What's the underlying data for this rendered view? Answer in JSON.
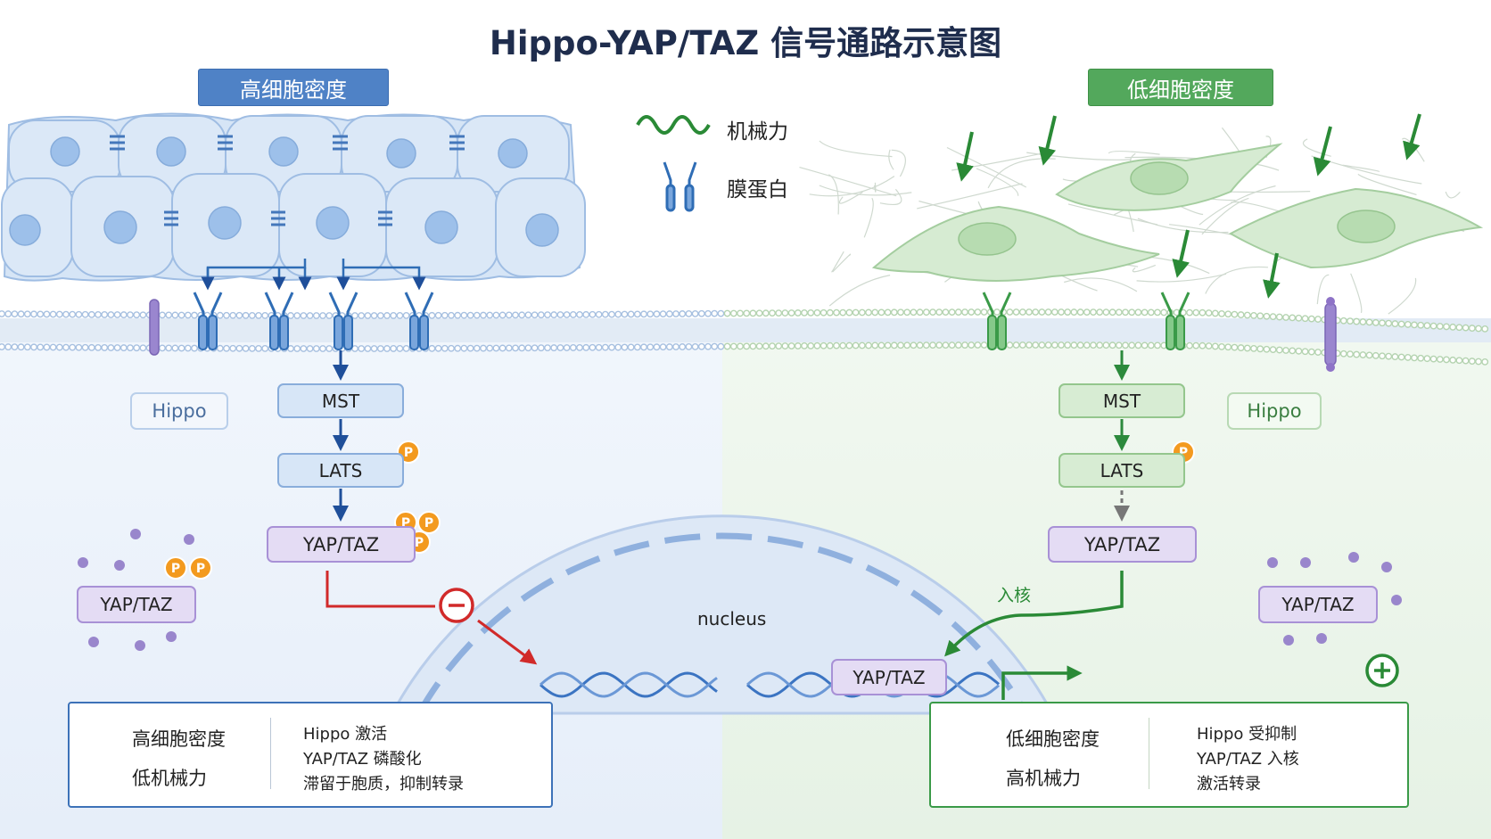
{
  "title": "Hippo-YAP/TAZ 信号通路示意图",
  "legend": {
    "mechanical_force": "机械力",
    "membrane_protein": "膜蛋白"
  },
  "left": {
    "header": "高细胞密度",
    "hippo_label": "Hippo",
    "mst": "MST",
    "lats": "LATS",
    "yaptaz": "YAP/TAZ",
    "cyto_yaptaz": "YAP/TAZ",
    "phospho": "P",
    "summary": {
      "line1": "高细胞密度",
      "line2": "低机械力",
      "desc1": "Hippo 激活",
      "desc2": "YAP/TAZ 磷酸化",
      "desc3": "滞留于胞质，抑制转录",
      "sign": "−"
    }
  },
  "right": {
    "header": "低细胞密度",
    "hippo_label": "Hippo",
    "mst": "MST",
    "lats": "LATS",
    "yaptaz": "YAP/TAZ",
    "cyto_yaptaz": "YAP/TAZ",
    "phospho": "P",
    "nuclear_entry": "入核",
    "nuclear_yaptaz": "YAP/TAZ",
    "summary": {
      "line1": "低细胞密度",
      "line2": "高机械力",
      "desc1": "Hippo 受抑制",
      "desc2": "YAP/TAZ 入核",
      "desc3": "激活转录",
      "sign": "+"
    }
  },
  "nucleus_label": "nucleus",
  "colors": {
    "blue": "#2f6db5",
    "green": "#3a9a48",
    "red": "#d12a2a",
    "purple": "#8e73c7",
    "phospho": "#f39a1f",
    "title": "#1f2d4d"
  }
}
